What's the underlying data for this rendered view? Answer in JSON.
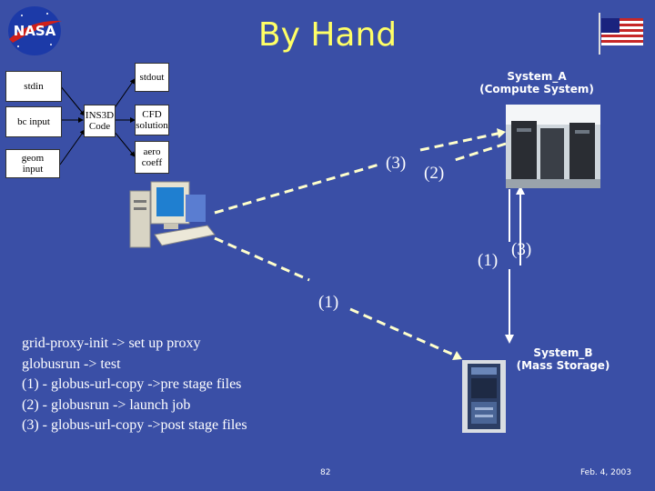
{
  "title": "By Hand",
  "logo_text": "NASA",
  "boxes": {
    "stdin": "stdin",
    "bc_input": "bc input",
    "geom_input": "geom input",
    "ins3d": "INS3D Code",
    "stdout": "stdout",
    "cfd": "CFD solution",
    "aero": "aero coeff"
  },
  "system_a": {
    "line1": "System_A",
    "line2": "(Compute System)"
  },
  "system_b": {
    "line1": "System_B",
    "line2": "(Mass Storage)"
  },
  "labels": {
    "a3": "(3)",
    "a2": "(2)",
    "b1": "(1)",
    "b3": "(3)",
    "c1": "(1)"
  },
  "steps": [
    "grid-proxy-init -> set up proxy",
    "globusrun -> test",
    "(1) - globus-url-copy ->pre stage files",
    "(2) - globusrun -> launch job",
    "(3) - globus-url-copy ->post stage files"
  ],
  "footer": {
    "page": "82",
    "date": "Feb. 4, 2003"
  },
  "colors": {
    "background": "#3a4fa6",
    "title": "#ffff66",
    "arrow_dash": "#ffffcc"
  }
}
